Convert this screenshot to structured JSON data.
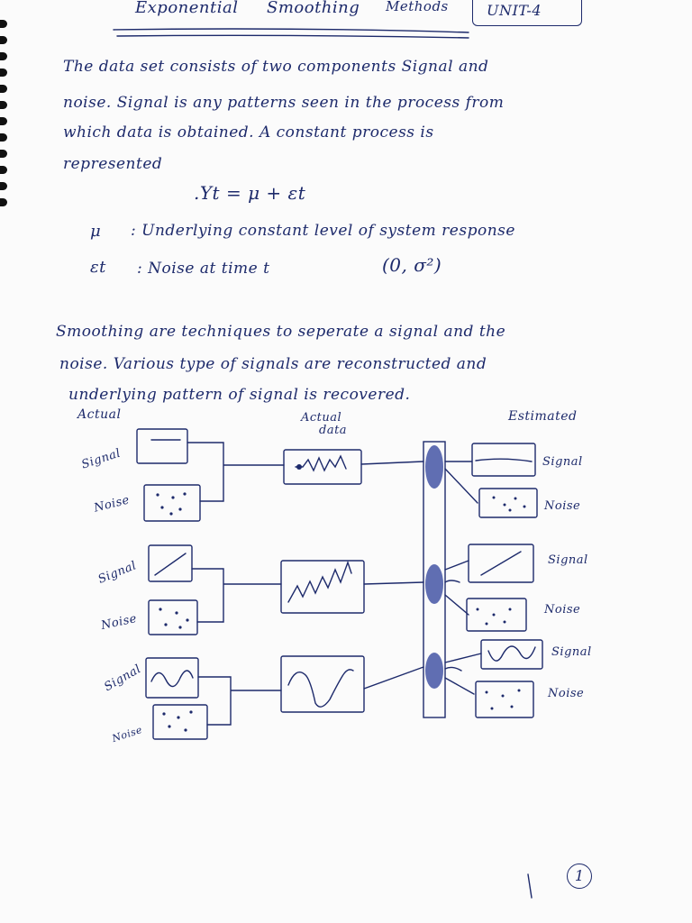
{
  "header": {
    "title_left": "Exponential",
    "title_mid": "Smoothing",
    "title_right": "Methods",
    "unit": "UNIT-4"
  },
  "paragraph1": {
    "line1": "The data set consists of two components Signal and",
    "line2": "noise. Signal is any patterns seen in the process from",
    "line3": "which data is obtained. A constant process is",
    "line4": "represented"
  },
  "equation": {
    "main": ".Yt = μ + εt",
    "def1_symbol": "μ",
    "def1_text": ": Underlying constant level of system response",
    "def2_symbol": "εt",
    "def2_text": ": Noise at time t",
    "def2_dist": "(0, σ²)"
  },
  "paragraph2": {
    "line1": "Smoothing are techniques to seperate a signal and the",
    "line2": "noise. Various type of signals are reconstructed and",
    "line3": "underlying pattern of signal is recovered."
  },
  "diagram": {
    "actual_label": "Actual",
    "actual_data_label_top": "Actual",
    "actual_data_label_bottom": "data",
    "estimated_label": "Estimated",
    "rows": [
      {
        "signal_label": "Signal",
        "noise_label": "Noise",
        "est_signal_label": "Signal",
        "est_noise_label": "Noise"
      },
      {
        "signal_label": "Signal",
        "noise_label": "Noise",
        "est_signal_label": "Signal",
        "est_noise_label": "Noise"
      },
      {
        "signal_label": "Signal",
        "noise_label": "Noise",
        "est_signal_label": "Signal",
        "est_noise_label": "Noise"
      }
    ]
  },
  "footer": {
    "mark": "1",
    "page_number": "1"
  }
}
